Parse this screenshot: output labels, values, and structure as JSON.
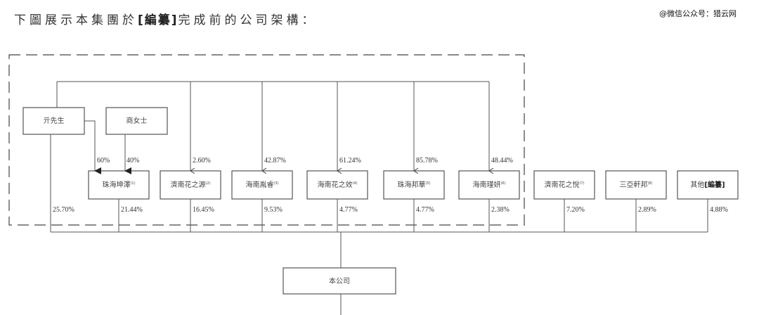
{
  "title": {
    "pre": "下圖展示本集團於",
    "redacted": "[編纂]",
    "post": "完成前的公司架構："
  },
  "watermark": "@微信公众号：猎云网",
  "shareholders": [
    {
      "id": "qi",
      "label": "亓先生"
    },
    {
      "id": "shang",
      "label": "商女士"
    }
  ],
  "founder_links": [
    {
      "from": "qi",
      "to": "zhuhai_kunze",
      "percent": "60%"
    },
    {
      "from": "shang",
      "to": "zhuhai_kunze",
      "percent": "40%"
    }
  ],
  "entities": [
    {
      "id": "zhuhai_kunze",
      "label": "珠海坤澤",
      "note": "(1)",
      "qi_percent": "",
      "company_percent": "21.44%"
    },
    {
      "id": "jinan_huazhiyuan",
      "label": "濟南花之源",
      "note": "(2)",
      "qi_percent": "2.60%",
      "company_percent": "16.45%"
    },
    {
      "id": "hainan_yinrui",
      "label": "海南胤睿",
      "note": "(3)",
      "qi_percent": "42.87%",
      "company_percent": "9.53%"
    },
    {
      "id": "hainan_huazhixiao",
      "label": "海南花之效",
      "note": "(4)",
      "qi_percent": "61.24%",
      "company_percent": "4.77%"
    },
    {
      "id": "zhuhai_banghua",
      "label": "珠海邦華",
      "note": "(5)",
      "qi_percent": "85.78%",
      "company_percent": "4.77%"
    },
    {
      "id": "hainan_jinyan",
      "label": "海南瑾妍",
      "note": "(6)",
      "qi_percent": "48.44%",
      "company_percent": "2.38%"
    },
    {
      "id": "jinan_huazhiyue",
      "label": "濟南花之悅",
      "note": "(7)",
      "qi_percent": "",
      "company_percent": "7.20%"
    },
    {
      "id": "sanya_xuanbang",
      "label": "三亞軒邦",
      "note": "(8)",
      "qi_percent": "",
      "company_percent": "2.89%"
    },
    {
      "id": "others",
      "label": "其他",
      "note": "[編纂]",
      "qi_percent": "",
      "company_percent": "4.88%"
    }
  ],
  "qi_direct_percent": "25.70%",
  "company": {
    "label": "本公司"
  }
}
